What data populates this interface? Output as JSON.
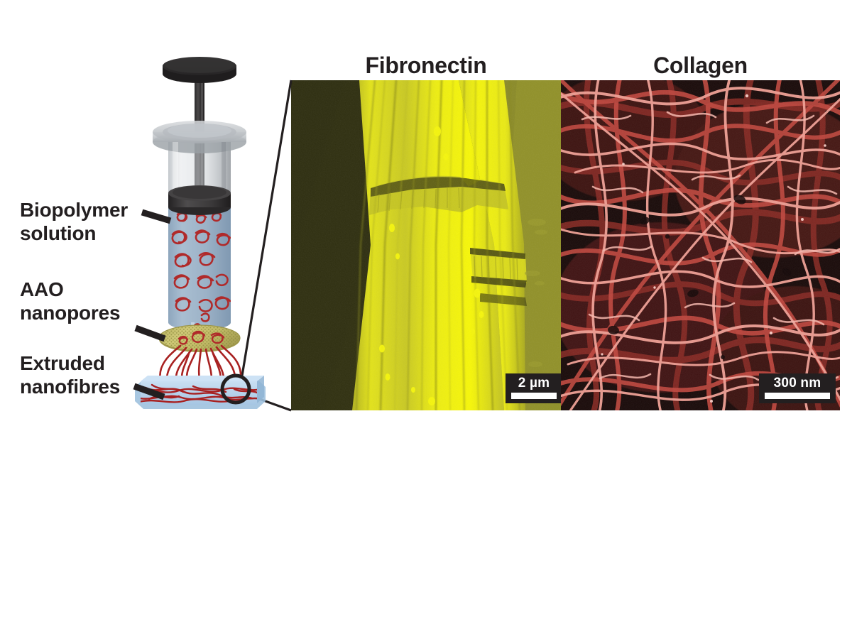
{
  "figure": {
    "background_color": "#ffffff",
    "text_color": "#231f20"
  },
  "schematic": {
    "labels": [
      {
        "id": "biopolymer",
        "text": "Biopolymer\nsolution",
        "points_to": "syringe-barrel"
      },
      {
        "id": "aao",
        "text": "AAO\nnanopores",
        "points_to": "aao-membrane"
      },
      {
        "id": "extruded",
        "text": "Extruded\nnanofibres",
        "points_to": "substrate-slab"
      }
    ],
    "parts": {
      "plunger_disc_color": "#2f2d2e",
      "plunger_rod_color": "#3a3839",
      "barrel_glass_color": "#c9cdd1",
      "barrel_flange_color": "#b9bec3",
      "stopper_color": "#3c3a3b",
      "solution_color": "#9fb5c9",
      "polymer_coil_color": "#b02a2a",
      "aao_membrane_color": "#c4bd6a",
      "aao_membrane_edge_color": "#a9a254",
      "nanofibre_color": "#a82121",
      "substrate_color": "#aecbe5",
      "substrate_top_color": "#c3dbf0",
      "callout_line_color": "#231f20",
      "magnifier_circle_color": "#231f20"
    }
  },
  "panels": [
    {
      "id": "fibronectin",
      "title": "Fibronectin",
      "scalebar": {
        "label": "2 µm",
        "box_color": "#231f20",
        "text_color": "#ffffff"
      },
      "colors": {
        "background": "#3d3d1c",
        "substrate": "#8a8a2a",
        "fibre_bright": "#f2f20c",
        "fibre_mid": "#d6d62a",
        "fibre_dark": "#9a9a22"
      },
      "description": "Colourised SEM of a single extruded fibronectin nanofibre with longitudinal striations and fracture segments"
    },
    {
      "id": "collagen",
      "title": "Collagen",
      "scalebar": {
        "label": "300 nm",
        "box_color": "#231f20",
        "text_color": "#ffffff"
      },
      "colors": {
        "background": "#1a0b0b",
        "fibre_bright": "#f5a39a",
        "fibre_mid": "#d9584f",
        "fibre_dark": "#8f2a25"
      },
      "description": "Colourised SEM of a dense entangled mesh of collagen nanofibres"
    }
  ]
}
